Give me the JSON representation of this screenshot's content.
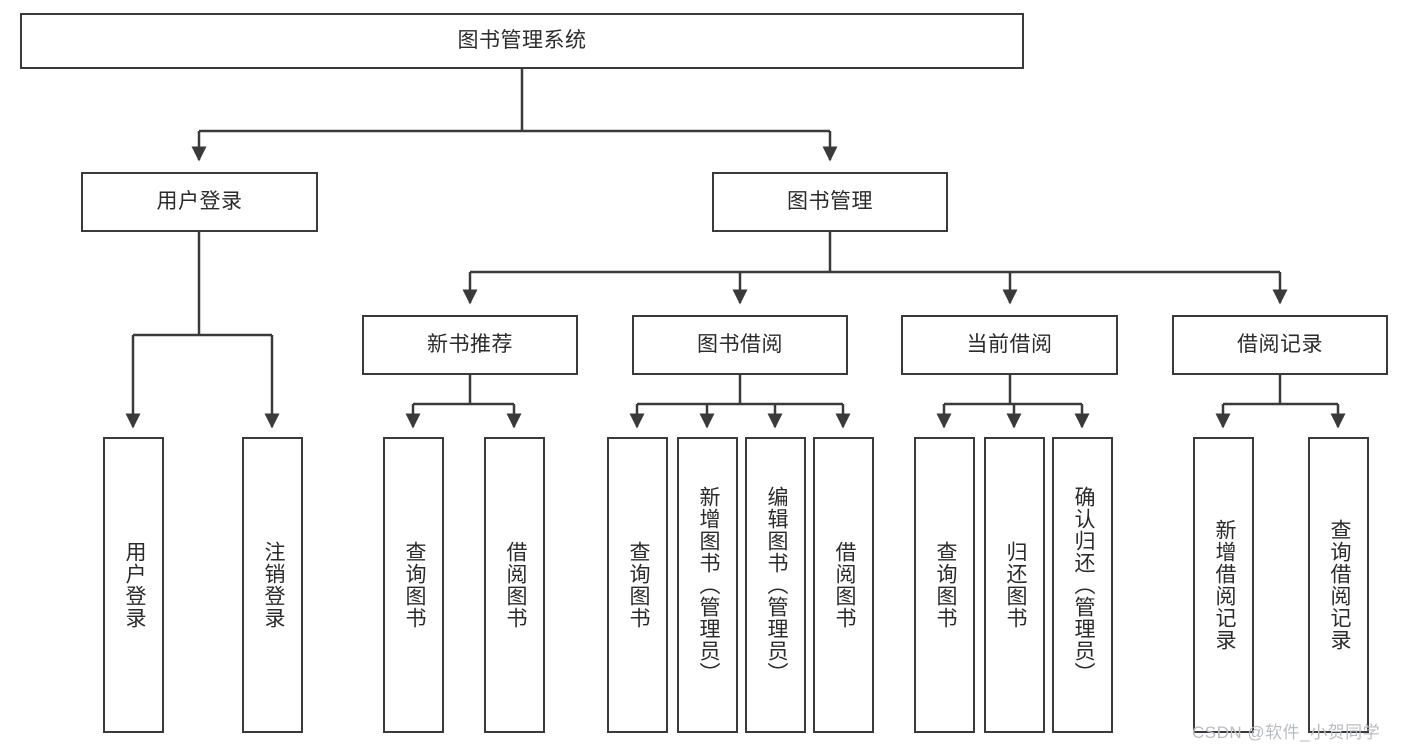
{
  "diagram": {
    "title": "图书管理系统",
    "type": "hierarchy-tree",
    "root": {
      "label": "图书管理系统"
    },
    "level2": [
      {
        "id": "user-login",
        "label": "用户登录"
      },
      {
        "id": "book-management",
        "label": "图书管理"
      }
    ],
    "level3": [
      {
        "id": "new-book-recommend",
        "label": "新书推荐",
        "parent": "book-management"
      },
      {
        "id": "book-borrow",
        "label": "图书借阅",
        "parent": "book-management"
      },
      {
        "id": "current-borrow",
        "label": "当前借阅",
        "parent": "book-management"
      },
      {
        "id": "borrow-record",
        "label": "借阅记录",
        "parent": "book-management"
      }
    ],
    "leaves": {
      "user-login": [
        {
          "id": "leaf-user-login",
          "label": "用户登录"
        },
        {
          "id": "leaf-logout",
          "label": "注销登录"
        }
      ],
      "new-book-recommend": [
        {
          "id": "leaf-query-book-1",
          "label": "查询图书"
        },
        {
          "id": "leaf-borrow-book-1",
          "label": "借阅图书"
        }
      ],
      "book-borrow": [
        {
          "id": "leaf-query-book-2",
          "label": "查询图书"
        },
        {
          "id": "leaf-add-book",
          "label": "新增图书（管理员）"
        },
        {
          "id": "leaf-edit-book",
          "label": "编辑图书（管理员）"
        },
        {
          "id": "leaf-borrow-book-2",
          "label": "借阅图书"
        }
      ],
      "current-borrow": [
        {
          "id": "leaf-query-book-3",
          "label": "查询图书"
        },
        {
          "id": "leaf-return-book",
          "label": "归还图书"
        },
        {
          "id": "leaf-confirm-return",
          "label": "确认归还（管理员）"
        }
      ],
      "borrow-record": [
        {
          "id": "leaf-add-record",
          "label": "新增借阅记录"
        },
        {
          "id": "leaf-query-record",
          "label": "查询借阅记录"
        }
      ]
    }
  },
  "watermark": {
    "text": "CSDN @软件_小贺同学"
  },
  "colors": {
    "stroke": "#3a3a3a",
    "background": "#ffffff",
    "text": "#2b2b2b",
    "watermark": "#b9bcc0"
  }
}
